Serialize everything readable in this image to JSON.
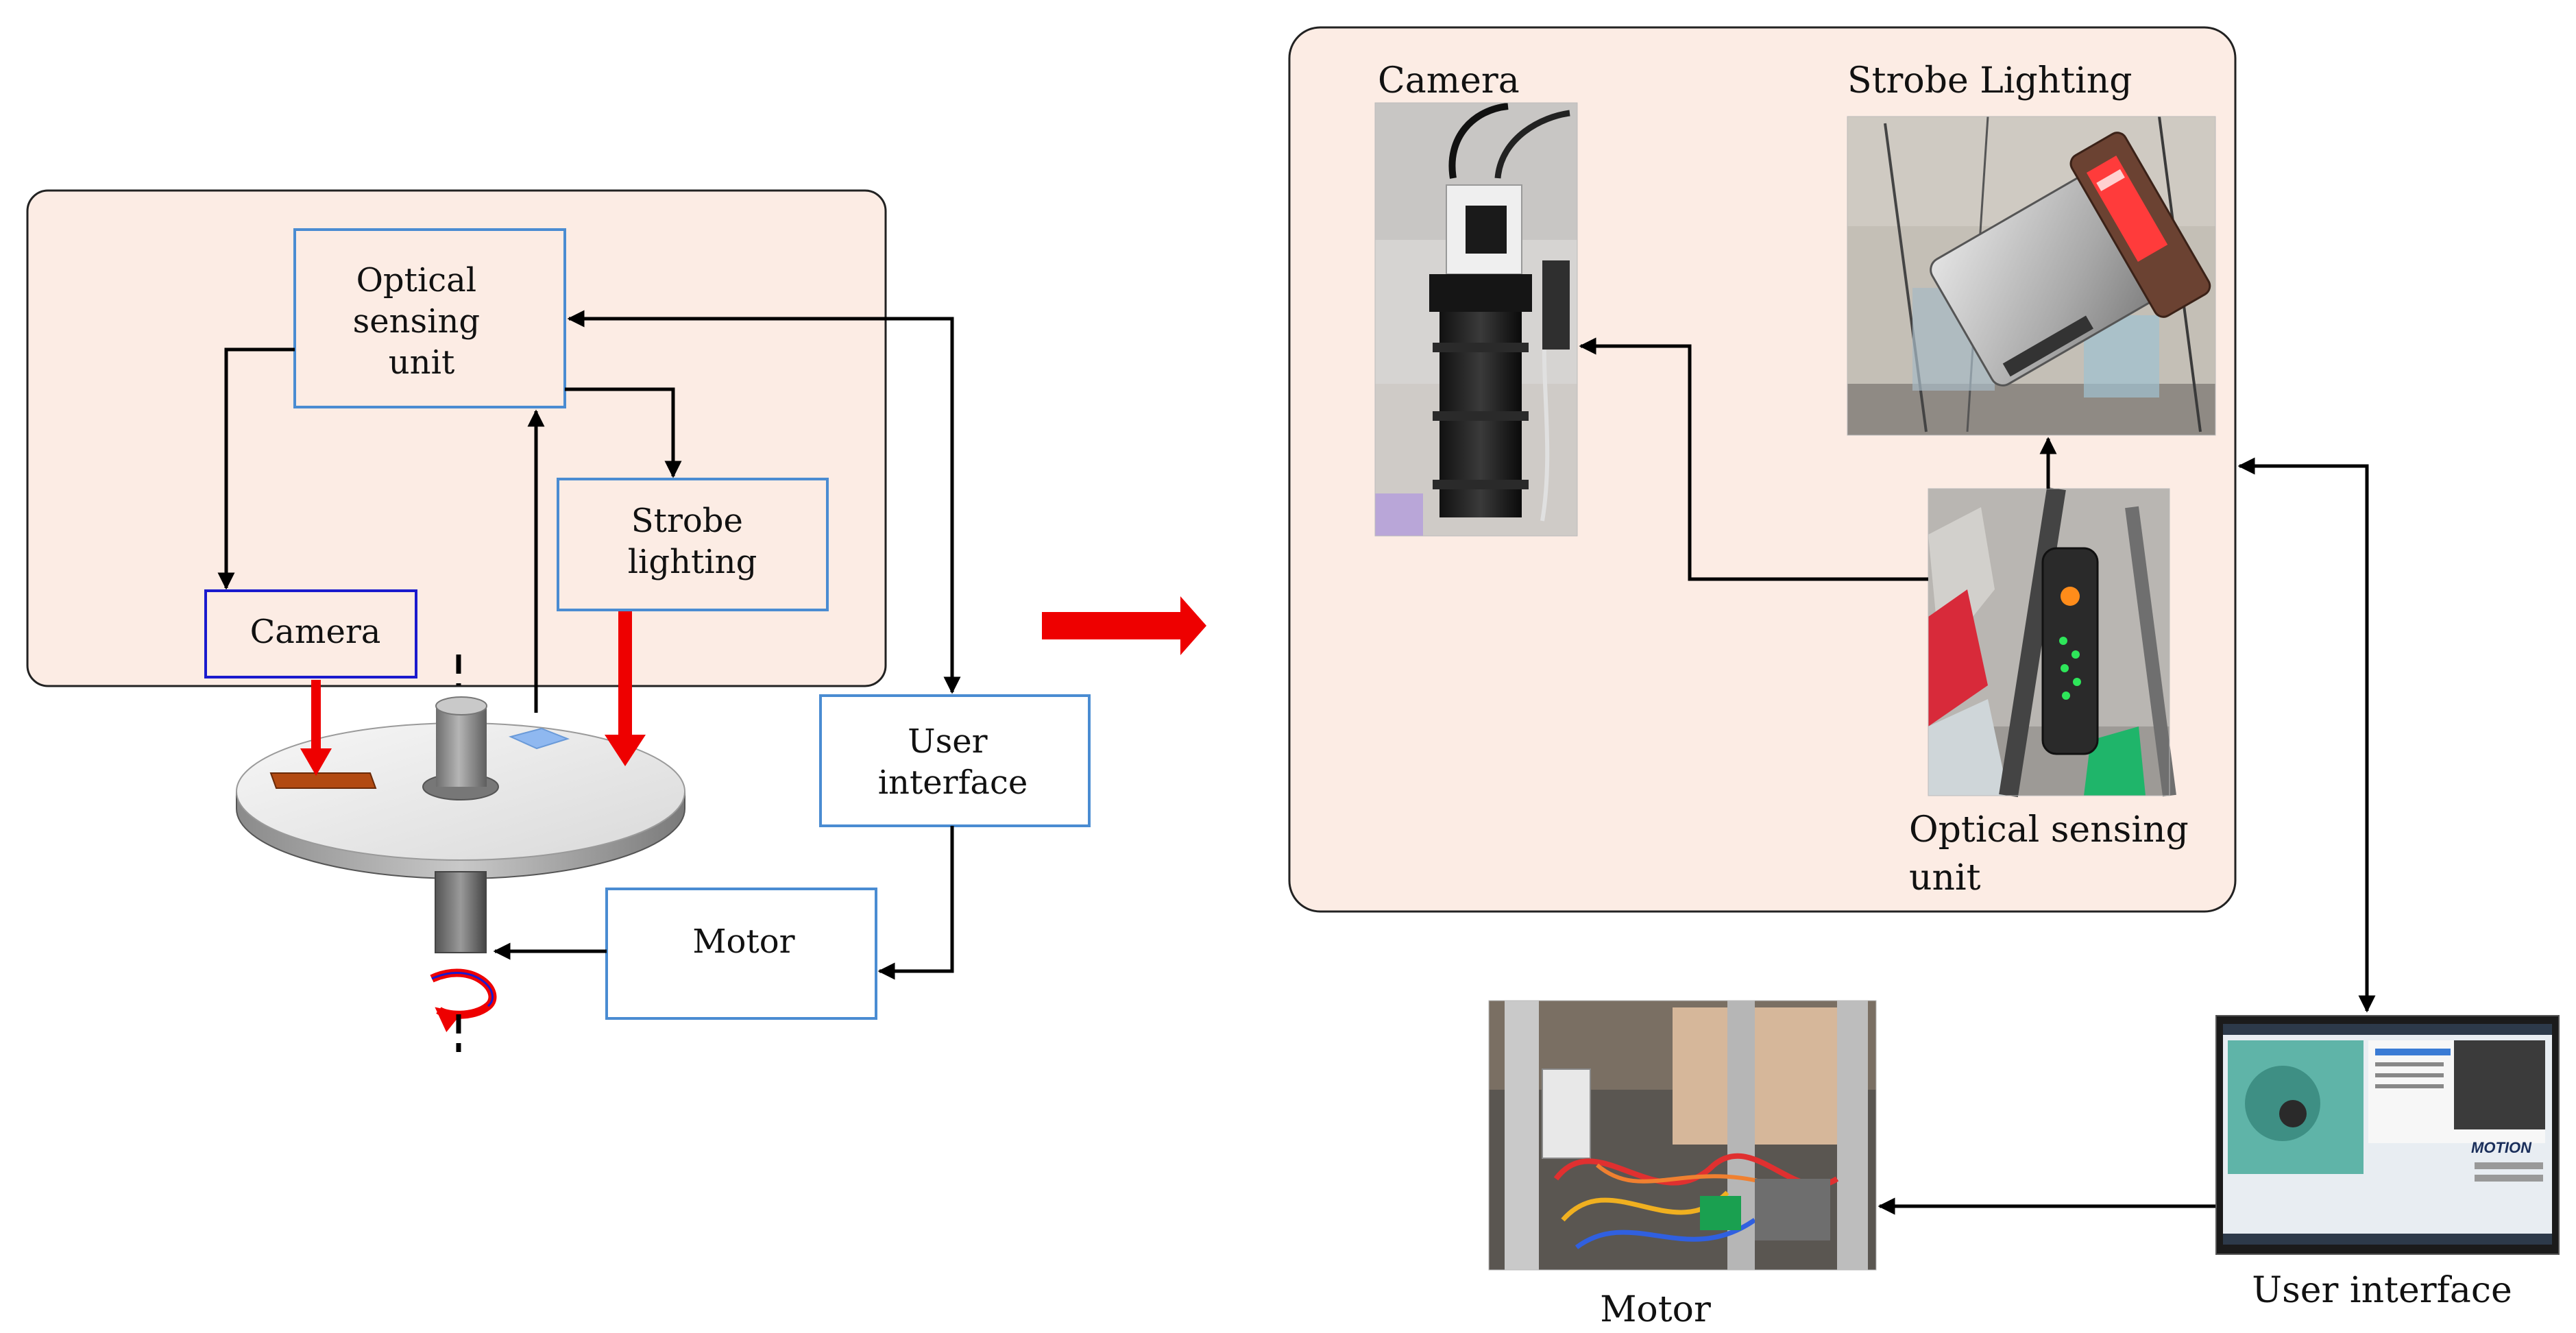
{
  "left_diagram": {
    "optical_sensing_unit": [
      "Optical",
      "sensing",
      "unit"
    ],
    "strobe_lighting": [
      "Strobe",
      "lighting"
    ],
    "camera": "Camera",
    "user_interface": [
      "User",
      "interface"
    ],
    "motor": "Motor"
  },
  "right_diagram": {
    "camera_label": "Camera",
    "strobe_lighting_label": "Strobe Lighting",
    "optical_sensing_unit_label": [
      "Optical sensing",
      "unit"
    ],
    "motor_label": "Motor",
    "user_interface_label": "User interface",
    "ui_screen_logo": "MOTION"
  },
  "colors": {
    "enclosure_fill": "#fcece4",
    "box_border": "#4a8cd2",
    "camera_border": "#1a1acd",
    "red_arrow": "#ee0000",
    "connector": "#000000"
  }
}
